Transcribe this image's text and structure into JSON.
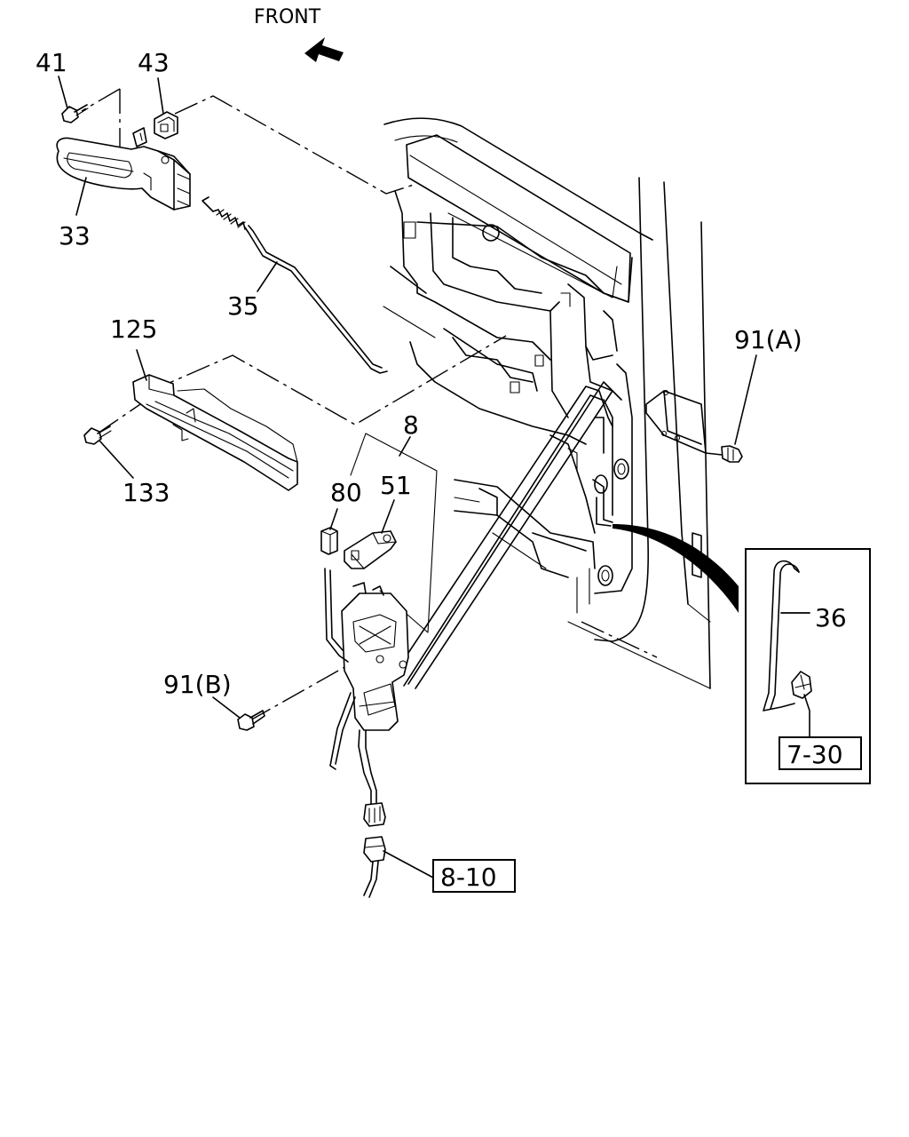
{
  "orientation": {
    "text": "FRONT"
  },
  "callouts": {
    "c41": "41",
    "c43": "43",
    "c33": "33",
    "c35": "35",
    "c125": "125",
    "c133": "133",
    "c8": "8",
    "c80": "80",
    "c51": "51",
    "c91a": "91(A)",
    "c91b": "91(B)",
    "c36": "36"
  },
  "references": {
    "r730": "7-30",
    "r810": "8-10"
  }
}
